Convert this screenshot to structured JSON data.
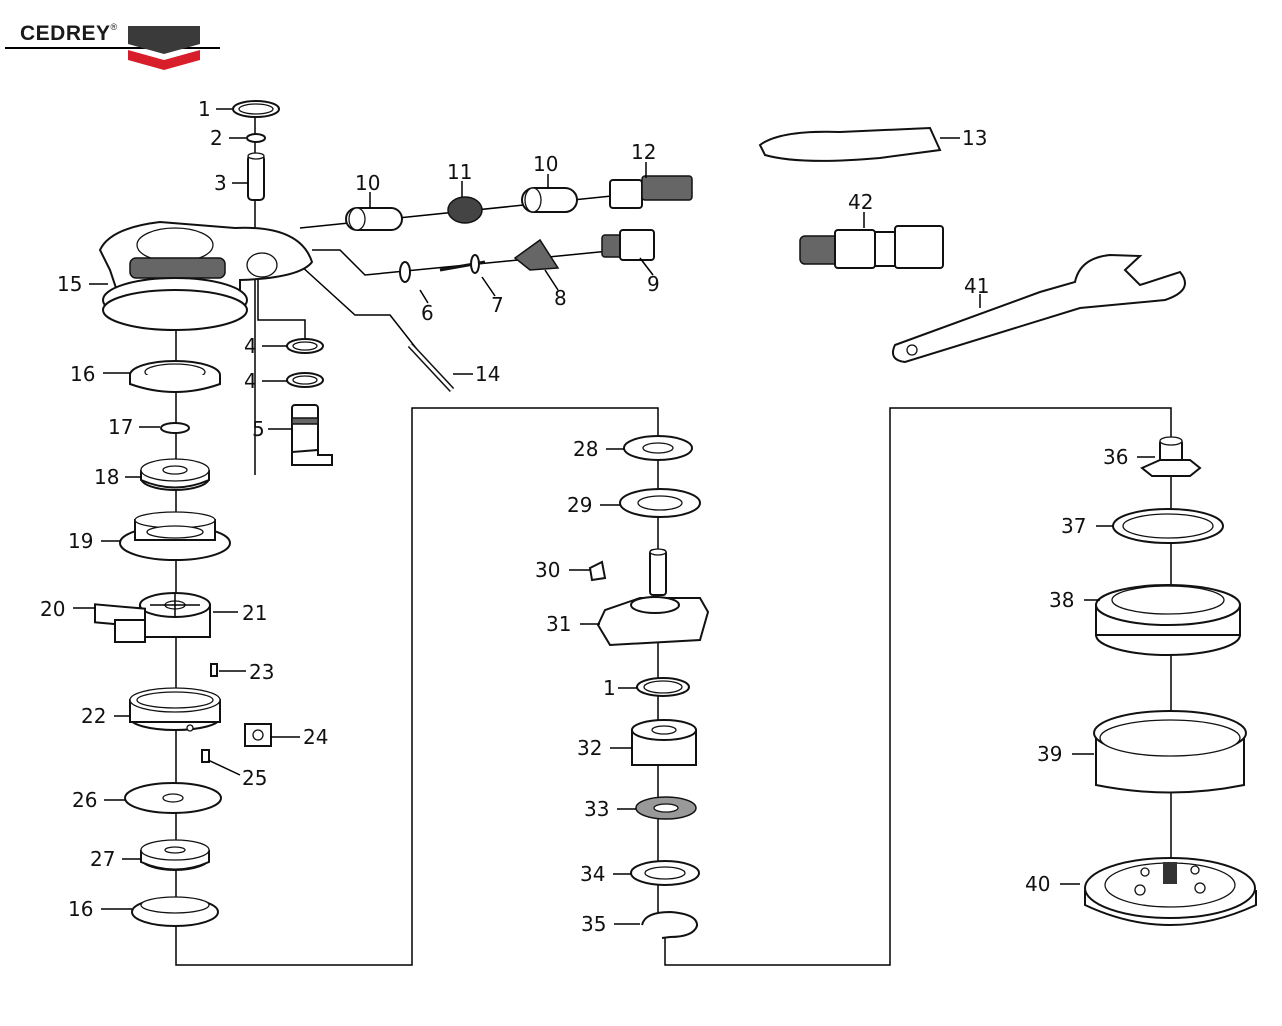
{
  "brand": {
    "name": "CEDREY",
    "reg_mark": "®",
    "colors": {
      "dark": "#3a3a3a",
      "red": "#d81e2b",
      "text": "#1a1a1a"
    }
  },
  "labels": {
    "p1": "1",
    "p2": "2",
    "p3": "3",
    "p4a": "4",
    "p4b": "4",
    "p5": "5",
    "p6": "6",
    "p7": "7",
    "p8": "8",
    "p9": "9",
    "p10a": "10",
    "p10b": "10",
    "p11": "11",
    "p12": "12",
    "p13": "13",
    "p14": "14",
    "p15": "15",
    "p16a": "16",
    "p16b": "16",
    "p17": "17",
    "p18": "18",
    "p19": "19",
    "p20": "20",
    "p21": "21",
    "p22": "22",
    "p23": "23",
    "p24": "24",
    "p25": "25",
    "p26": "26",
    "p27": "27",
    "p28": "28",
    "p29": "29",
    "p30": "30",
    "p31": "31",
    "p1b": "1",
    "p32": "32",
    "p33": "33",
    "p34": "34",
    "p35": "35",
    "p36": "36",
    "p37": "37",
    "p38": "38",
    "p39": "39",
    "p40": "40",
    "p41": "41",
    "p42": "42"
  }
}
